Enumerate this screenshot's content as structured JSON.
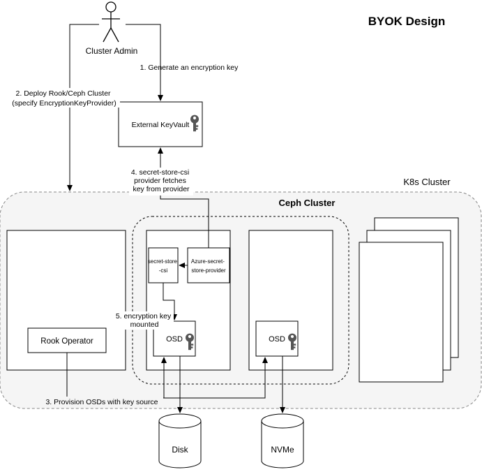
{
  "title": "BYOK Design",
  "actor": {
    "label": "Cluster Admin"
  },
  "nodes": {
    "keyvault": "External KeyVault",
    "k8s_cluster": "K8s Cluster",
    "ceph_cluster": "Ceph Cluster",
    "rook_operator": "Rook Operator",
    "secret_store_csi": [
      "secret-store",
      "-csi"
    ],
    "azure_provider": [
      "Azure-secret-",
      "store-provider"
    ],
    "osd_1": "OSD",
    "osd_2": "OSD",
    "disk": "Disk",
    "nvme": "NVMe"
  },
  "edges": {
    "step1": "1. Generate an encryption key",
    "step2": [
      "2. Deploy Rook/Ceph Cluster",
      "(specify EncryptionKeyProvider)"
    ],
    "step3": "3. Provision OSDs with key source",
    "step4": [
      "4. secret-store-csi",
      "provider fetches",
      "key from provider"
    ],
    "step5": [
      "5. encryption key",
      "mounted"
    ]
  },
  "icons": [
    "key-icon",
    "person-icon"
  ]
}
